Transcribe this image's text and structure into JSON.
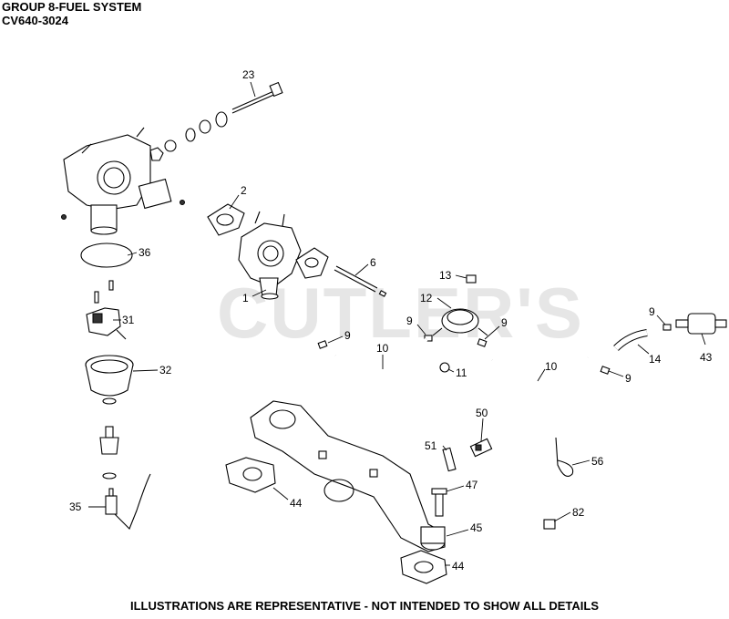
{
  "header": {
    "title": "GROUP 8-FUEL SYSTEM",
    "subtitle": "CV640-3024"
  },
  "watermark": "CUTLER'S",
  "footer": "ILLUSTRATIONS ARE REPRESENTATIVE - NOT INTENDED TO SHOW ALL DETAILS",
  "callouts": {
    "c23": "23",
    "c2": "2",
    "c36": "36",
    "c6": "6",
    "c13": "13",
    "c12": "12",
    "c1": "1",
    "c31": "31",
    "c9a": "9",
    "c9b": "9",
    "c9c": "9",
    "c9d": "9",
    "c9e": "9",
    "c10a": "10",
    "c10b": "10",
    "c11": "11",
    "c14": "14",
    "c43": "43",
    "c32": "32",
    "c50": "50",
    "c51": "51",
    "c56": "56",
    "c47": "47",
    "c44a": "44",
    "c44b": "44",
    "c45": "45",
    "c35": "35",
    "c82": "82"
  },
  "colors": {
    "line": "#000000",
    "watermark": "#e6e6e6",
    "background": "#ffffff"
  }
}
